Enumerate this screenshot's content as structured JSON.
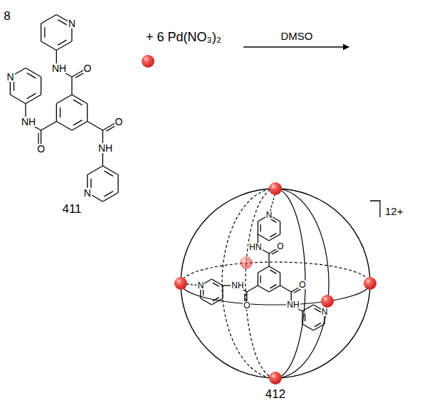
{
  "diagram": {
    "labels": [
      "8",
      "N",
      "NH",
      "O",
      "N",
      "NH",
      "O",
      "O",
      "NH",
      "N",
      "411",
      "+ 6 Pd(NO₃)₂",
      "DMSO",
      "12+",
      "N",
      "HN",
      "O",
      "N",
      "NH",
      "O",
      "O",
      "NH",
      "N",
      "412"
    ]
  }
}
